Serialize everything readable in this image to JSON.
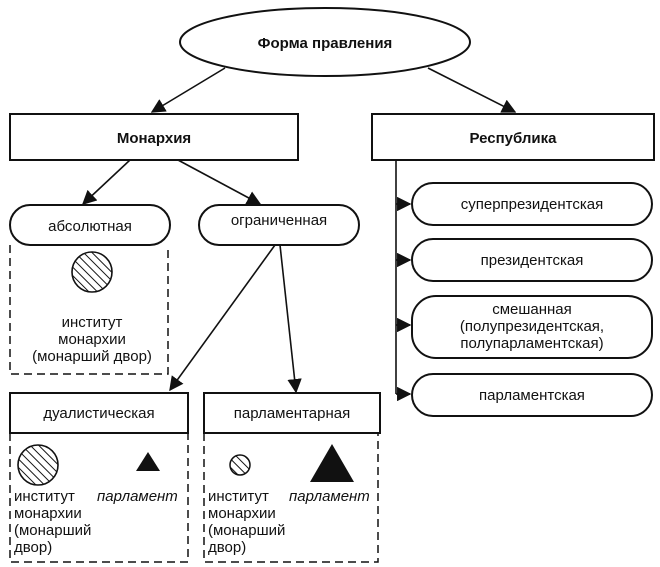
{
  "root": {
    "label": "Форма правления"
  },
  "monarchy": {
    "label": "Монархия",
    "absolute": {
      "label": "абсолютная",
      "institute_lines": [
        "институт",
        "монархии",
        "(монарший двор)"
      ]
    },
    "limited": {
      "label": "ограниченная"
    },
    "dualistic": {
      "label": "дуалистическая",
      "institute_lines": [
        "институт",
        "монархии",
        "(монарший",
        "двор)"
      ],
      "parliament": "парламент"
    },
    "parliamentary": {
      "label": "парламентарная",
      "institute_lines": [
        "институт",
        "монархии",
        "(монарший",
        "двор)"
      ],
      "parliament": "парламент"
    }
  },
  "republic": {
    "label": "Республика",
    "types": [
      {
        "lines": [
          "суперпрезидентская"
        ]
      },
      {
        "lines": [
          "президентская"
        ]
      },
      {
        "lines": [
          "смешанная",
          "(полупрезидентская,",
          "полупарламентская)"
        ]
      },
      {
        "lines": [
          "парламентская"
        ]
      }
    ]
  },
  "icons": {
    "monarchy_symbol": "hatched-circle-icon",
    "parliament_symbol": "triangle-icon"
  }
}
